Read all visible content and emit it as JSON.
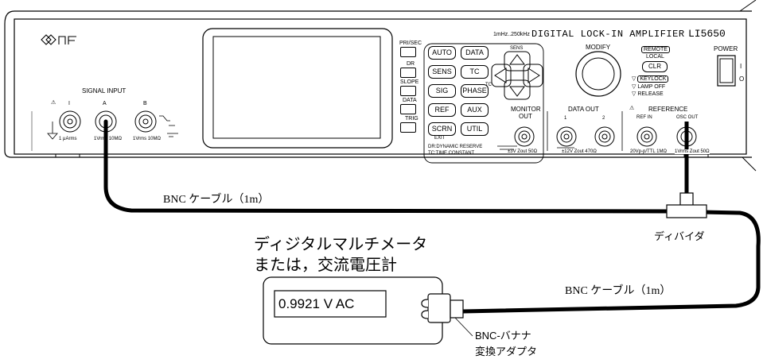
{
  "instrument": {
    "brand": "NF",
    "model_title": "DIGITAL LOCK-IN AMPLIFIER",
    "model_number": "LI5650",
    "freq_range": "1mHz..250kHz",
    "power_label": "POWER",
    "power_on": "I",
    "power_off": "O"
  },
  "softkeys": [
    "PRI/SEC",
    "DR",
    "SLOPE",
    "DATA",
    "TRIG"
  ],
  "keys_left": [
    "AUTO",
    "SENS",
    "SIG",
    "REF",
    "SCRN"
  ],
  "keys_right": [
    "DATA",
    "TC",
    "PHASE",
    "AUX",
    "UTIL"
  ],
  "exit_label": "EXIT",
  "notes": [
    "DR:DYNAMIC RESERVE",
    "TC:TIME CONSTANT"
  ],
  "nav": {
    "up": "SENS",
    "left": "TC"
  },
  "modify_label": "MODIFY",
  "remote": {
    "remote": "REMOTE",
    "local": "LOCAL",
    "clr": "CLR",
    "keylock": "KEYLOCK",
    "lamp_off": "LAMP OFF",
    "release": "RELEASE"
  },
  "signal_input": {
    "title": "SIGNAL INPUT",
    "ch_i": "I",
    "ch_a": "A",
    "ch_b": "B",
    "spec_i": "1 μArms",
    "spec_a": "1Vrms 10MΩ",
    "spec_b": "1Vrms 10MΩ"
  },
  "monitor": {
    "title": "MONITOR",
    "out": "OUT",
    "spec": "±3V Zout 50Ω"
  },
  "data_out": {
    "title": "DATA OUT",
    "ch1": "1",
    "ch2": "2",
    "spec": "±12V Zout 470Ω"
  },
  "reference": {
    "title": "REFERENCE",
    "ref_in": "REF IN",
    "osc_out": "OSC OUT",
    "spec_in": "20Vp-p/TTL 1MΩ",
    "spec_out": "1Vrms Zout 50Ω"
  },
  "labels": {
    "cable_top": "BNC ケーブル（1m）",
    "cable_bottom": "BNC ケーブル（1m）",
    "divider": "ディバイダ",
    "meter_line1": "ディジタルマルチメータ",
    "meter_line2": "または，交流電圧計",
    "meter_reading": "0.9921 V AC",
    "adapter_line1": "BNC-バナナ",
    "adapter_line2": "変換アダプタ"
  }
}
